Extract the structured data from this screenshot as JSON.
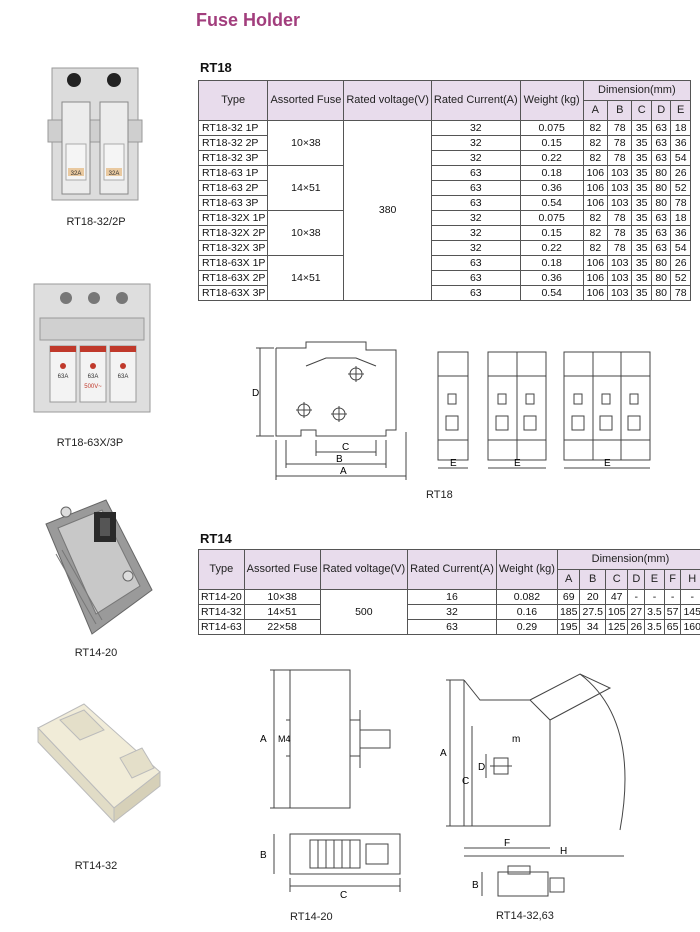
{
  "page_title": "Fuse Holder",
  "photos": {
    "p1": "RT18-32/2P",
    "p2": "RT18-63X/3P",
    "p3": "RT14-20",
    "p4": "RT14-32"
  },
  "photo_text": {
    "rt18_32_label": "32A",
    "rt18_63_label": "63A",
    "rt18_63_volt": "500V~"
  },
  "rt18": {
    "title": "RT18",
    "headers": {
      "type": "Type",
      "assorted": "Assorted Fuse",
      "rated_voltage": "Rated voltage(V)",
      "rated_current": "Rated Current(A)",
      "weight": "Weight (kg)",
      "dimension": "Dimension(mm)",
      "dims": [
        "A",
        "B",
        "C",
        "D",
        "E"
      ]
    },
    "voltage": "380",
    "fuse_groups": [
      "10×38",
      "14×51",
      "10×38",
      "14×51"
    ],
    "rows": [
      {
        "type": "RT18-32 1P",
        "current": "32",
        "weight": "0.075",
        "dims": [
          "82",
          "78",
          "35",
          "63",
          "18"
        ]
      },
      {
        "type": "RT18-32 2P",
        "current": "32",
        "weight": "0.15",
        "dims": [
          "82",
          "78",
          "35",
          "63",
          "36"
        ]
      },
      {
        "type": "RT18-32 3P",
        "current": "32",
        "weight": "0.22",
        "dims": [
          "82",
          "78",
          "35",
          "63",
          "54"
        ]
      },
      {
        "type": "RT18-63 1P",
        "current": "63",
        "weight": "0.18",
        "dims": [
          "106",
          "103",
          "35",
          "80",
          "26"
        ]
      },
      {
        "type": "RT18-63 2P",
        "current": "63",
        "weight": "0.36",
        "dims": [
          "106",
          "103",
          "35",
          "80",
          "52"
        ]
      },
      {
        "type": "RT18-63 3P",
        "current": "63",
        "weight": "0.54",
        "dims": [
          "106",
          "103",
          "35",
          "80",
          "78"
        ]
      },
      {
        "type": "RT18-32X 1P",
        "current": "32",
        "weight": "0.075",
        "dims": [
          "82",
          "78",
          "35",
          "63",
          "18"
        ]
      },
      {
        "type": "RT18-32X 2P",
        "current": "32",
        "weight": "0.15",
        "dims": [
          "82",
          "78",
          "35",
          "63",
          "36"
        ]
      },
      {
        "type": "RT18-32X 3P",
        "current": "32",
        "weight": "0.22",
        "dims": [
          "82",
          "78",
          "35",
          "63",
          "54"
        ]
      },
      {
        "type": "RT18-63X 1P",
        "current": "63",
        "weight": "0.18",
        "dims": [
          "106",
          "103",
          "35",
          "80",
          "26"
        ]
      },
      {
        "type": "RT18-63X 2P",
        "current": "63",
        "weight": "0.36",
        "dims": [
          "106",
          "103",
          "35",
          "80",
          "52"
        ]
      },
      {
        "type": "RT18-63X 3P",
        "current": "63",
        "weight": "0.54",
        "dims": [
          "106",
          "103",
          "35",
          "80",
          "78"
        ]
      }
    ],
    "diagram_caption": "RT18",
    "diagram_labels": {
      "a": "A",
      "b": "B",
      "c": "C",
      "d": "D",
      "e": "E"
    }
  },
  "rt14": {
    "title": "RT14",
    "headers": {
      "type": "Type",
      "assorted": "Assorted Fuse",
      "rated_voltage": "Rated voltage(V)",
      "rated_current": "Rated Current(A)",
      "weight": "Weight (kg)",
      "dimension": "Dimension(mm)",
      "dims": [
        "A",
        "B",
        "C",
        "D",
        "E",
        "F",
        "H"
      ]
    },
    "voltage": "500",
    "rows": [
      {
        "type": "RT14-20",
        "fuse": "10×38",
        "current": "16",
        "weight": "0.082",
        "dims": [
          "69",
          "20",
          "47",
          "-",
          "-",
          "-",
          "-"
        ]
      },
      {
        "type": "RT14-32",
        "fuse": "14×51",
        "current": "32",
        "weight": "0.16",
        "dims": [
          "185",
          "27.5",
          "105",
          "27",
          "3.5",
          "57",
          "145"
        ]
      },
      {
        "type": "RT14-63",
        "fuse": "22×58",
        "current": "63",
        "weight": "0.29",
        "dims": [
          "195",
          "34",
          "125",
          "26",
          "3.5",
          "65",
          "160"
        ]
      }
    ],
    "diagram_caption_1": "RT14-20",
    "diagram_caption_2": "RT14-32,63",
    "diagram_labels": {
      "a": "A",
      "b": "B",
      "c": "C",
      "d": "D",
      "f": "F",
      "h": "H",
      "m": "m",
      "m4": "M4"
    }
  }
}
